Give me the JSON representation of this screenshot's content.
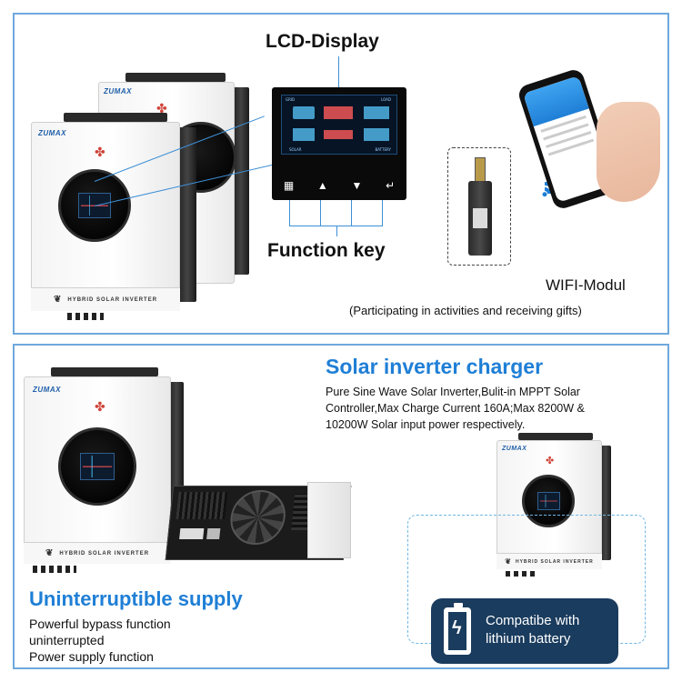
{
  "top_panel": {
    "lcd_title": "LCD-Display",
    "function_key_title": "Function key",
    "wifi_title": "WIFI-Modul",
    "wifi_subtitle": "(Participating in activities and receiving gifts)",
    "lcd_labels": {
      "grid": "GRID",
      "load": "LOAD",
      "solar": "SOLAR",
      "battery": "BATTERY"
    },
    "keys": [
      "menu-key",
      "up-key",
      "down-key",
      "enter-key"
    ]
  },
  "bottom_panel": {
    "charger_title": "Solar inverter charger",
    "charger_desc": [
      "Pure Sine Wave Solar Inverter,Bulit-in MPPT Solar",
      "Controller,Max Charge Current 160A;Max 8200W &",
      "10200W Solar input power respectively."
    ],
    "ups_title": "Uninterruptible supply",
    "ups_lines": [
      "Powerful bypass function",
      "uninterrupted",
      "Power supply function"
    ],
    "battery_badge_line1": "Compatibe with",
    "battery_badge_line2": "lithium battery"
  },
  "inverter": {
    "brand": "ZUMAX",
    "label": "HYBRID SOLAR INVERTER"
  },
  "colors": {
    "accent_blue": "#1f7fd6",
    "panel_border": "#6fa8dc",
    "badge_bg": "#1a3c5e"
  }
}
